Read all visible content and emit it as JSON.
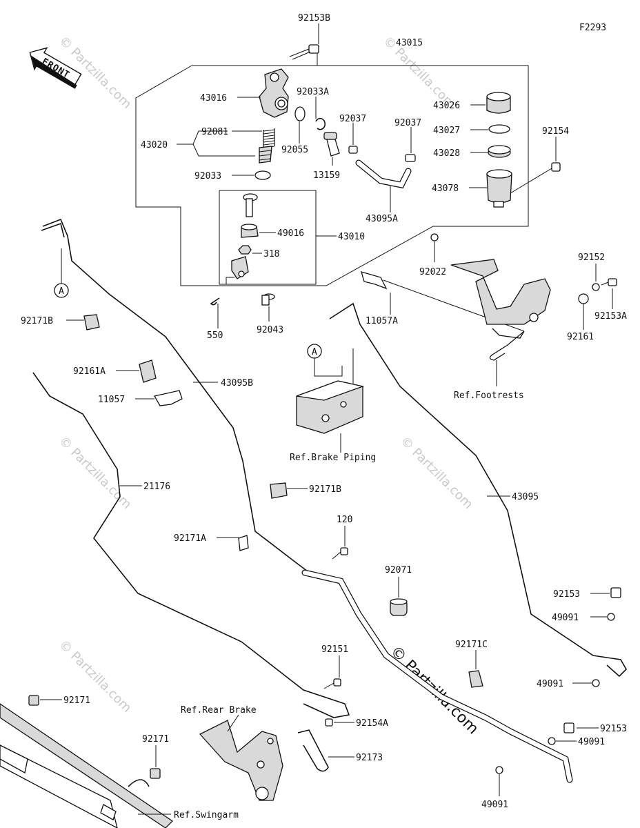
{
  "figure_code": "F2293",
  "front_label": "FRONT",
  "watermark": "© Partzilla.com",
  "callouts": {
    "p92153B": "92153B",
    "p43015": "43015",
    "p43016": "43016",
    "p92033A": "92033A",
    "p92037a": "92037",
    "p92037b": "92037",
    "p43026": "43026",
    "p43027": "43027",
    "p43028": "43028",
    "p43078": "43078",
    "p92154": "92154",
    "p43020": "43020",
    "p92081": "92081",
    "p92055": "92055",
    "p13159": "13159",
    "p92033": "92033",
    "p43095A": "43095A",
    "p49016": "49016",
    "p43010": "43010",
    "p318": "318",
    "p92022": "92022",
    "p92152": "92152",
    "p92153A": "92153A",
    "p92161": "92161",
    "p11057A": "11057A",
    "p550": "550",
    "p92043": "92043",
    "p92171B_a": "92171B",
    "p92161A": "92161A",
    "p43095B": "43095B",
    "p11057": "11057",
    "p21176": "21176",
    "p92171B_b": "92171B",
    "p120": "120",
    "p43095": "43095",
    "p92171A": "92171A",
    "p92071": "92071",
    "p92153a": "92153",
    "p49091a": "49091",
    "p92151": "92151",
    "p92171C": "92171C",
    "p49091b": "49091",
    "p92171a": "92171",
    "p92154A": "92154A",
    "p92153b": "92153",
    "p49091c": "49091",
    "p92171b": "92171",
    "p92173": "92173",
    "p49091d": "49091"
  },
  "refs": {
    "footrests": "Ref.Footrests",
    "brake_piping": "Ref.Brake Piping",
    "rear_brake": "Ref.Rear Brake",
    "swingarm": "Ref.Swingarm"
  },
  "markers": {
    "a1": "A",
    "a2": "A"
  }
}
